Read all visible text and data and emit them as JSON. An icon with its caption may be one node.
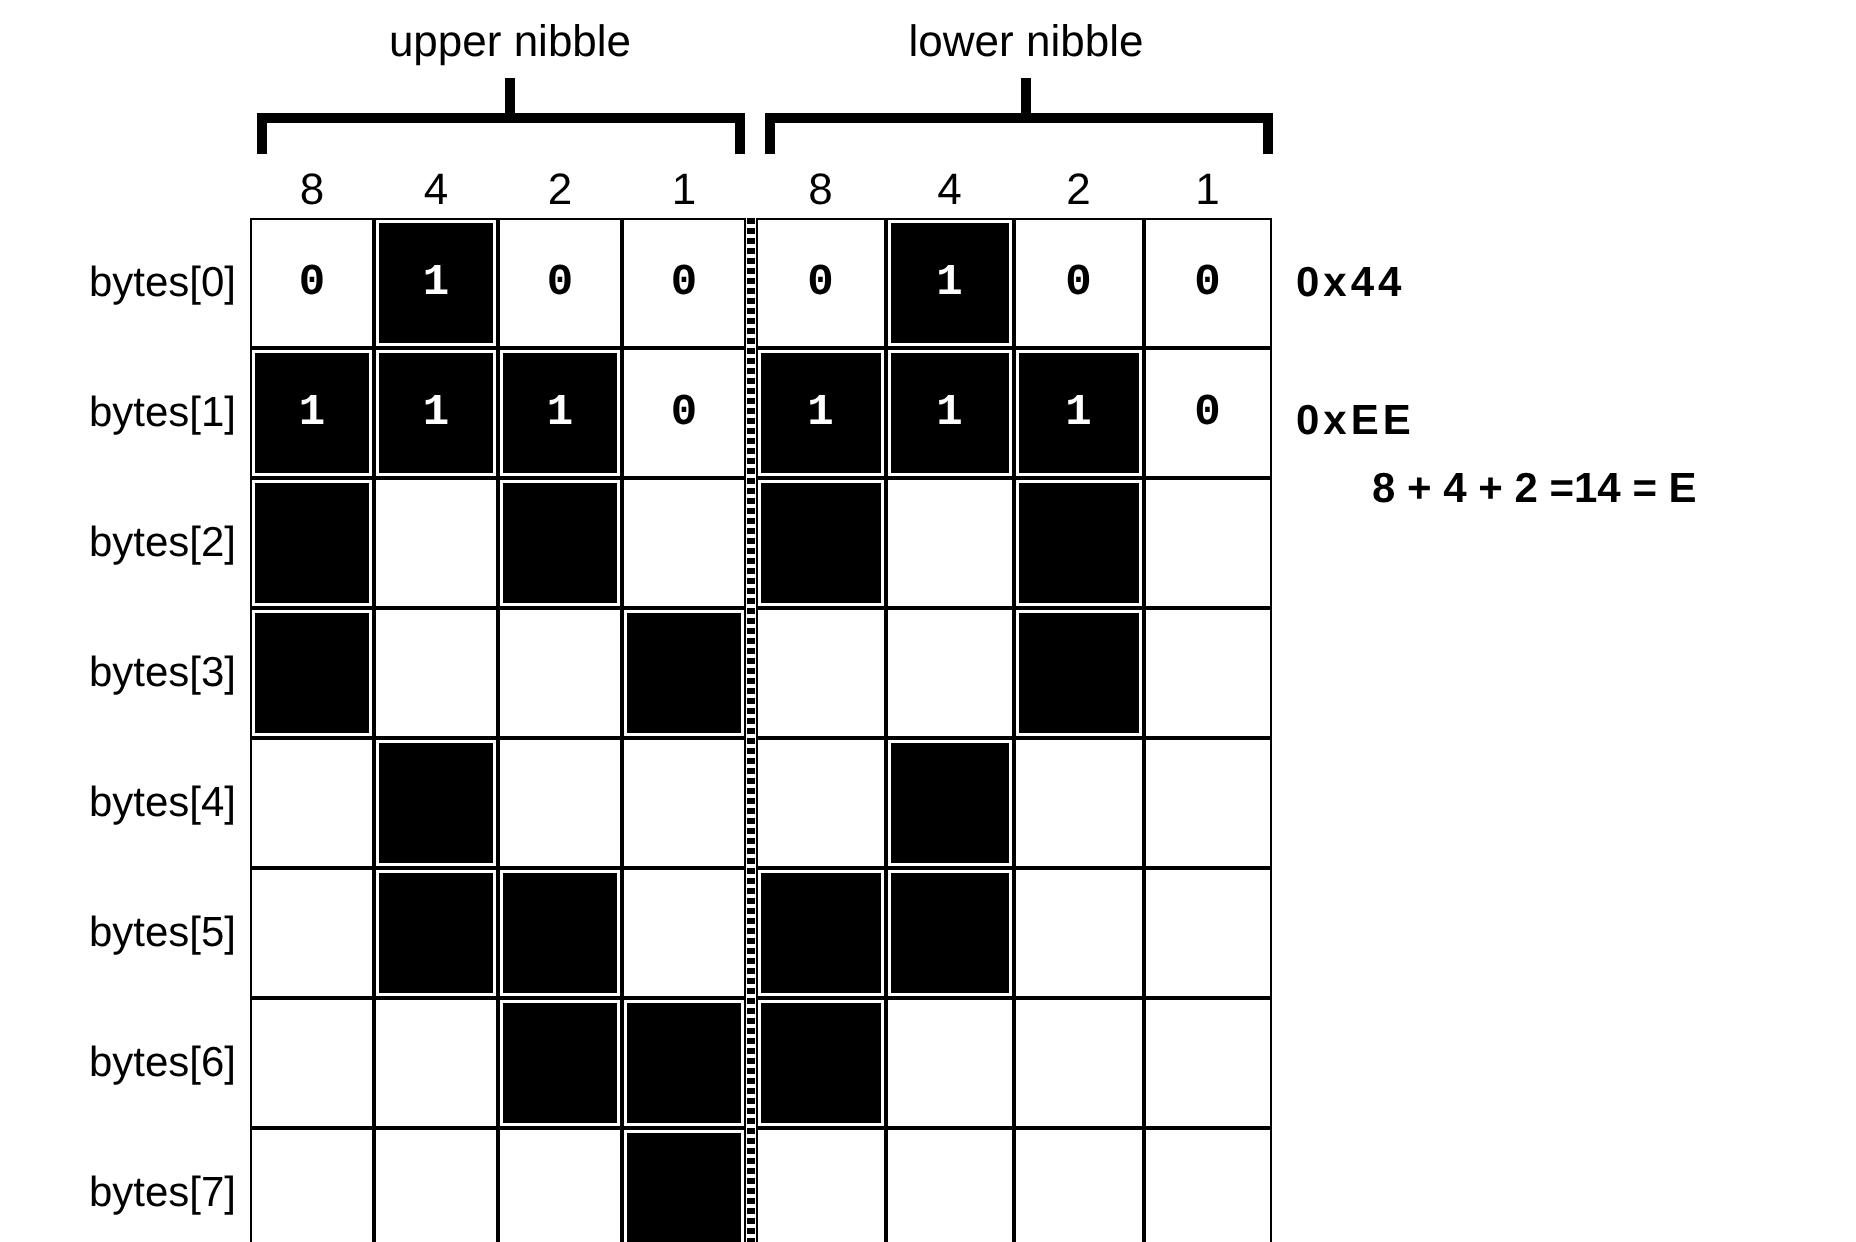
{
  "diagram": {
    "labels": [
      "upper nibble",
      "lower nibble",
      "8",
      "4",
      "2",
      "1",
      "8",
      "4",
      "2",
      "1",
      "bytes[0]",
      "0",
      "1",
      "0",
      "0",
      "0",
      "1",
      "0",
      "0",
      "0x44",
      "bytes[1]",
      "1",
      "1",
      "1",
      "0",
      "1",
      "1",
      "1",
      "0",
      "0xEE",
      "8 + 4 + 2 =14 = E",
      "bytes[2]",
      "bytes[3]",
      "bytes[4]",
      "bytes[5]",
      "bytes[6]",
      "bytes[7]"
    ]
  }
}
